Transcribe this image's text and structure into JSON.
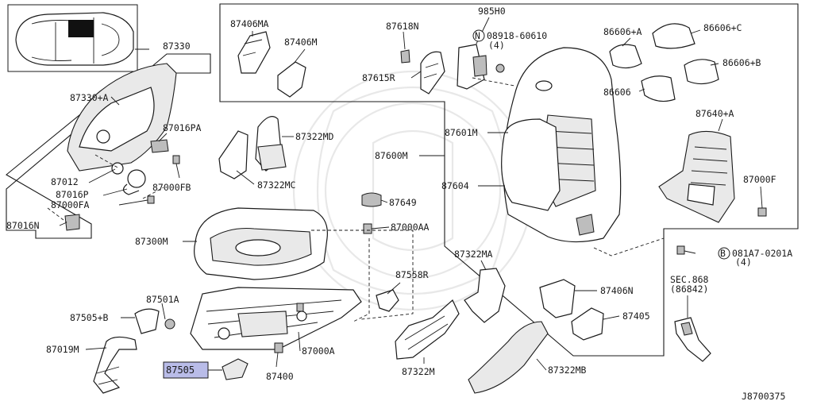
{
  "diagram": {
    "drawing_code": "J8700375",
    "highlight_color": "#b9bce8",
    "labels": {
      "p87330": "87330",
      "p87330a": "87330+A",
      "p87016pa": "87016PA",
      "p87012": "87012",
      "p87000fb": "87000FB",
      "p87016p": "87016P",
      "p87000fa": "87000FA",
      "p87016n": "87016N",
      "p87406ma": "87406MA",
      "p87406m": "87406M",
      "p87618n": "87618N",
      "p87615r": "87615R",
      "p985h0": "985H0",
      "p08918": "08918-60610",
      "p08918q": "(4)",
      "p86606a": "86606+A",
      "p86606c": "86606+C",
      "p86606b": "86606+B",
      "p86606": "86606",
      "p87322md": "87322MD",
      "p87322mc": "87322MC",
      "p87601m": "87601M",
      "p87600m": "87600M",
      "p87640a": "87640+A",
      "p87604": "87604",
      "p87000f": "87000F",
      "p87649": "87649",
      "p87000aa": "87000AA",
      "p87300m": "87300M",
      "p081a7": "081A7-0201A",
      "p081a7q": "(4)",
      "p87322ma": "87322MA",
      "p87558r": "87558R",
      "p87406n": "87406N",
      "p87501a": "87501A",
      "p87505b": "87505+B",
      "p87405": "87405",
      "p87019m": "87019M",
      "p87000a": "87000A",
      "psec": "SEC.868",
      "psecsub": "(86842)",
      "p87505": "87505",
      "p87400": "87400",
      "p87322m": "87322M",
      "p87322mb": "87322MB"
    },
    "circle_markers": {
      "n": "N",
      "b": "B"
    }
  }
}
